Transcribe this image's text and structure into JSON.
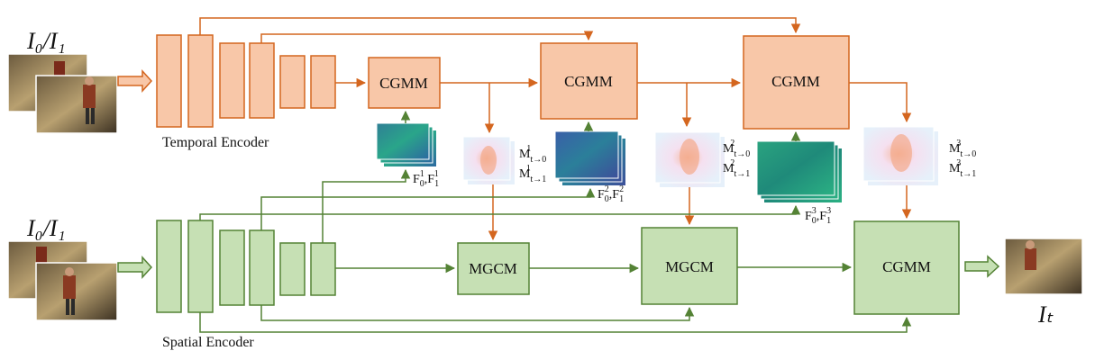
{
  "inputs": {
    "top_label": "I₀/I₁",
    "bottom_label": "I₀/I₁",
    "output_label": "Iₜ"
  },
  "encoders": {
    "temporal": "Temporal Encoder",
    "spatial": "Spatial Encoder"
  },
  "modules": {
    "t1": "CGMM",
    "t2": "CGMM",
    "t3": "CGMM",
    "s1": "MGCM",
    "s2": "MGCM",
    "s3": "CGMM"
  },
  "features": {
    "f1_a": "F",
    "f1_a_sub": "0",
    "f1_a_sup": "1",
    "f1_b": "F",
    "f1_b_sub": "1",
    "f1_b_sup": "1",
    "f2_a": "F",
    "f2_a_sub": "0",
    "f2_a_sup": "2",
    "f2_b": "F",
    "f2_b_sub": "1",
    "f2_b_sup": "2",
    "f3_a": "F",
    "f3_a_sub": "0",
    "f3_a_sup": "3",
    "f3_b": "F",
    "f3_b_sub": "1",
    "f3_b_sup": "3"
  },
  "masks": {
    "m1_a": "M",
    "m1_a_sub": "t→0",
    "m1_a_sup": "1",
    "m1_b": "M",
    "m1_b_sub": "t→1",
    "m1_b_sup": "1",
    "m2_a": "M",
    "m2_a_sub": "t→0",
    "m2_a_sup": "2",
    "m2_b": "M",
    "m2_b_sub": "t→1",
    "m2_b_sup": "2",
    "m3_a": "M",
    "m3_a_sub": "t→0",
    "m3_a_sup": "3",
    "m3_b": "M",
    "m3_b_sub": "t→1",
    "m3_b_sup": "3"
  },
  "colors": {
    "temporal_fill": "#f8c7a8",
    "temporal_stroke": "#d4661f",
    "spatial_fill": "#c6e0b4",
    "spatial_stroke": "#548235",
    "feature_map": "#2a8a8a"
  }
}
